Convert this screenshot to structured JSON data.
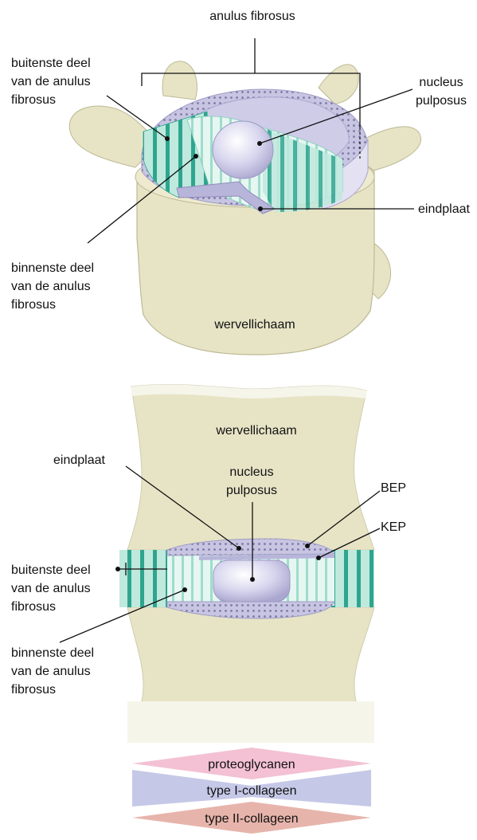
{
  "top": {
    "anulus_fibrosus": "anulus fibrosus",
    "outer_anulus": [
      "buitenste deel",
      "van de anulus",
      "fibrosus"
    ],
    "inner_anulus": [
      "binnenste deel",
      "van de anulus",
      "fibrosus"
    ],
    "nucleus_pulposus": [
      "nucleus",
      "pulposus"
    ],
    "endplate": "eindplaat",
    "vertebral_body": "wervellichaam"
  },
  "bottom": {
    "vertebral_body": "wervellichaam",
    "endplate": "eindplaat",
    "nucleus_pulposus": [
      "nucleus",
      "pulposus"
    ],
    "bep": "BEP",
    "kep": "KEP",
    "outer_anulus": [
      "buitenste deel",
      "van de anulus",
      "fibrosus"
    ],
    "inner_anulus": [
      "binnenste deel",
      "van de anulus",
      "fibrosus"
    ]
  },
  "legend": {
    "proteoglycans": "proteoglycanen",
    "type1": "type I-collageen",
    "type2": "type II-collageen"
  },
  "colors": {
    "bone": "#e7e4c6",
    "bone_edge": "#bdb996",
    "teal": "#2ea58f",
    "teal_light": "#9fdccc",
    "lavender": "#c8c5e2",
    "lavender_dark": "#9f9cc4",
    "pink": "#f3c1d3",
    "periwinkle": "#c5c8e6",
    "salmon": "#e7b4ab"
  }
}
